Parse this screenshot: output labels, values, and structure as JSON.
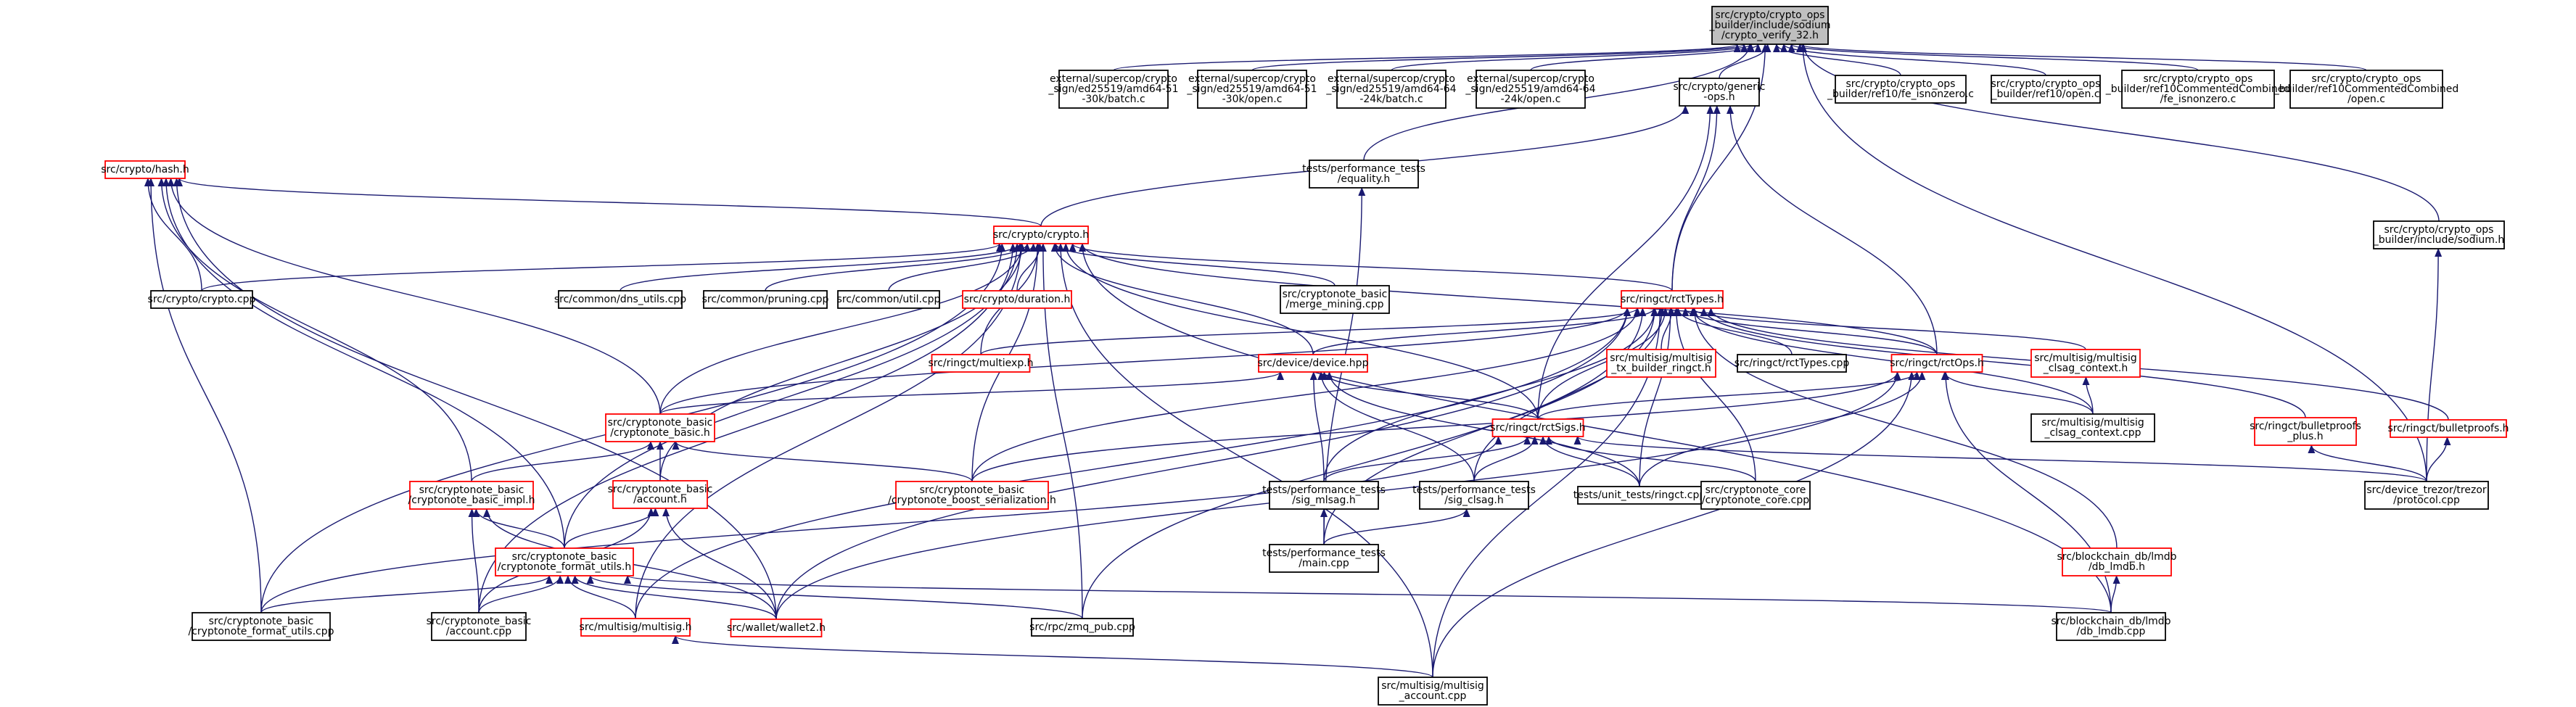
{
  "colors": {
    "root_fill": "#bfbfbf",
    "node_fill": "#ffffff",
    "black_border": "#000000",
    "red_border": "#ff0000",
    "edge": "#191970",
    "text": "#000000"
  },
  "nodes": [
    {
      "id": "root",
      "lines": [
        "src/crypto/crypto_ops",
        "_builder/include/sodium",
        "/crypto_verify_32.h"
      ],
      "border": "black",
      "root": true
    },
    {
      "id": "batch51",
      "lines": [
        "external/supercop/crypto",
        "_sign/ed25519/amd64-51",
        "-30k/batch.c"
      ],
      "border": "black"
    },
    {
      "id": "open51",
      "lines": [
        "external/supercop/crypto",
        "_sign/ed25519/amd64-51",
        "-30k/open.c"
      ],
      "border": "black"
    },
    {
      "id": "batch64",
      "lines": [
        "external/supercop/crypto",
        "_sign/ed25519/amd64-64",
        "-24k/batch.c"
      ],
      "border": "black"
    },
    {
      "id": "open64",
      "lines": [
        "external/supercop/crypto",
        "_sign/ed25519/amd64-64",
        "-24k/open.c"
      ],
      "border": "black"
    },
    {
      "id": "generic",
      "lines": [
        "src/crypto/generic",
        "-ops.h"
      ],
      "border": "black"
    },
    {
      "id": "fe_ref10",
      "lines": [
        "src/crypto/crypto_ops",
        "_builder/ref10/fe_isnonzero.c"
      ],
      "border": "black"
    },
    {
      "id": "open_ref10",
      "lines": [
        "src/crypto/crypto_ops",
        "_builder/ref10/open.c"
      ],
      "border": "black"
    },
    {
      "id": "fe_ref10cc",
      "lines": [
        "src/crypto/crypto_ops",
        "_builder/ref10CommentedCombined",
        "/fe_isnonzero.c"
      ],
      "border": "black"
    },
    {
      "id": "open_ref10cc",
      "lines": [
        "src/crypto/crypto_ops",
        "_builder/ref10CommentedCombined",
        "/open.c"
      ],
      "border": "black"
    },
    {
      "id": "hash",
      "lines": [
        "src/crypto/hash.h"
      ],
      "border": "red"
    },
    {
      "id": "equality",
      "lines": [
        "tests/performance_tests",
        "/equality.h"
      ],
      "border": "black"
    },
    {
      "id": "sodium",
      "lines": [
        "src/crypto/crypto_ops",
        "_builder/include/sodium.h"
      ],
      "border": "black"
    },
    {
      "id": "crypto_h",
      "lines": [
        "src/crypto/crypto.h"
      ],
      "border": "red"
    },
    {
      "id": "crypto_cpp",
      "lines": [
        "src/crypto/crypto.cpp"
      ],
      "border": "black"
    },
    {
      "id": "dns",
      "lines": [
        "src/common/dns_utils.cpp"
      ],
      "border": "black"
    },
    {
      "id": "pruning",
      "lines": [
        "src/common/pruning.cpp"
      ],
      "border": "black"
    },
    {
      "id": "util",
      "lines": [
        "src/common/util.cpp"
      ],
      "border": "black"
    },
    {
      "id": "duration",
      "lines": [
        "src/crypto/duration.h"
      ],
      "border": "red"
    },
    {
      "id": "merge",
      "lines": [
        "src/cryptonote_basic",
        "/merge_mining.cpp"
      ],
      "border": "black"
    },
    {
      "id": "rcttypes_h",
      "lines": [
        "src/ringct/rctTypes.h"
      ],
      "border": "red"
    },
    {
      "id": "multiexp",
      "lines": [
        "src/ringct/multiexp.h"
      ],
      "border": "red"
    },
    {
      "id": "device",
      "lines": [
        "src/device/device.hpp"
      ],
      "border": "red"
    },
    {
      "id": "ms_tx",
      "lines": [
        "src/multisig/multisig",
        "_tx_builder_ringct.h"
      ],
      "border": "red"
    },
    {
      "id": "rcttypes_cpp",
      "lines": [
        "src/ringct/rctTypes.cpp"
      ],
      "border": "black"
    },
    {
      "id": "rctops",
      "lines": [
        "src/ringct/rctOps.h"
      ],
      "border": "red"
    },
    {
      "id": "ms_clsag_ctx_h",
      "lines": [
        "src/multisig/multisig",
        "_clsag_context.h"
      ],
      "border": "red"
    },
    {
      "id": "ms_clsag_ctx_cpp",
      "lines": [
        "src/multisig/multisig",
        "_clsag_context.cpp"
      ],
      "border": "black"
    },
    {
      "id": "bp_plus",
      "lines": [
        "src/ringct/bulletproofs",
        "_plus.h"
      ],
      "border": "red"
    },
    {
      "id": "bp",
      "lines": [
        "src/ringct/bulletproofs.h"
      ],
      "border": "red"
    },
    {
      "id": "cn_basic",
      "lines": [
        "src/cryptonote_basic",
        "/cryptonote_basic.h"
      ],
      "border": "red"
    },
    {
      "id": "rctsigs",
      "lines": [
        "src/ringct/rctSigs.h"
      ],
      "border": "red"
    },
    {
      "id": "cn_basic_impl",
      "lines": [
        "src/cryptonote_basic",
        "/cryptonote_basic_impl.h"
      ],
      "border": "red"
    },
    {
      "id": "account_h",
      "lines": [
        "src/cryptonote_basic",
        "/account.h"
      ],
      "border": "red"
    },
    {
      "id": "boost_ser",
      "lines": [
        "src/cryptonote_basic",
        "/cryptonote_boost_serialization.h"
      ],
      "border": "red"
    },
    {
      "id": "sig_mlsag",
      "lines": [
        "tests/performance_tests",
        "/sig_mlsag.h"
      ],
      "border": "black"
    },
    {
      "id": "sig_clsag",
      "lines": [
        "tests/performance_tests",
        "/sig_clsag.h"
      ],
      "border": "black"
    },
    {
      "id": "unit_ringct",
      "lines": [
        "tests/unit_tests/ringct.cpp"
      ],
      "border": "black"
    },
    {
      "id": "cn_core",
      "lines": [
        "src/cryptonote_core",
        "/cryptonote_core.cpp"
      ],
      "border": "black"
    },
    {
      "id": "trezor",
      "lines": [
        "src/device_trezor/trezor",
        "/protocol.cpp"
      ],
      "border": "black"
    },
    {
      "id": "lmdb_h",
      "lines": [
        "src/blockchain_db/lmdb",
        "/db_lmdb.h"
      ],
      "border": "red"
    },
    {
      "id": "fmt_utils_h",
      "lines": [
        "src/cryptonote_basic",
        "/cryptonote_format_utils.h"
      ],
      "border": "red"
    },
    {
      "id": "perf_main",
      "lines": [
        "tests/performance_tests",
        "/main.cpp"
      ],
      "border": "black"
    },
    {
      "id": "fmt_utils_cpp",
      "lines": [
        "src/cryptonote_basic",
        "/cryptonote_format_utils.cpp"
      ],
      "border": "black"
    },
    {
      "id": "account_cpp",
      "lines": [
        "src/cryptonote_basic",
        "/account.cpp"
      ],
      "border": "black"
    },
    {
      "id": "multisig_h",
      "lines": [
        "src/multisig/multisig.h"
      ],
      "border": "red"
    },
    {
      "id": "wallet2",
      "lines": [
        "src/wallet/wallet2.h"
      ],
      "border": "red"
    },
    {
      "id": "zmq",
      "lines": [
        "src/rpc/zmq_pub.cpp"
      ],
      "border": "black"
    },
    {
      "id": "lmdb_cpp",
      "lines": [
        "src/blockchain_db/lmdb",
        "/db_lmdb.cpp"
      ],
      "border": "black"
    },
    {
      "id": "ms_account",
      "lines": [
        "src/multisig/multisig",
        "_account.cpp"
      ],
      "border": "black"
    }
  ],
  "edges": [
    [
      "batch51",
      "root"
    ],
    [
      "open51",
      "root"
    ],
    [
      "batch64",
      "root"
    ],
    [
      "open64",
      "root"
    ],
    [
      "generic",
      "root"
    ],
    [
      "equality",
      "root"
    ],
    [
      "rcttypes_h",
      "root"
    ],
    [
      "fe_ref10",
      "root"
    ],
    [
      "open_ref10",
      "root"
    ],
    [
      "fe_ref10cc",
      "root"
    ],
    [
      "open_ref10cc",
      "root"
    ],
    [
      "sodium",
      "root"
    ],
    [
      "trezor",
      "root"
    ],
    [
      "crypto_h",
      "generic"
    ],
    [
      "rcttypes_h",
      "generic"
    ],
    [
      "rctops",
      "generic"
    ],
    [
      "rctsigs",
      "generic"
    ],
    [
      "crypto_h",
      "hash"
    ],
    [
      "crypto_cpp",
      "hash"
    ],
    [
      "cn_basic",
      "hash"
    ],
    [
      "cn_basic_impl",
      "hash"
    ],
    [
      "fmt_utils_h",
      "hash"
    ],
    [
      "fmt_utils_cpp",
      "hash"
    ],
    [
      "wallet2",
      "hash"
    ],
    [
      "trezor",
      "sodium"
    ],
    [
      "perf_main",
      "equality"
    ],
    [
      "crypto_cpp",
      "crypto_h"
    ],
    [
      "dns",
      "crypto_h"
    ],
    [
      "pruning",
      "crypto_h"
    ],
    [
      "util",
      "crypto_h"
    ],
    [
      "duration",
      "crypto_h"
    ],
    [
      "merge",
      "crypto_h"
    ],
    [
      "rcttypes_h",
      "crypto_h"
    ],
    [
      "multiexp",
      "crypto_h"
    ],
    [
      "device",
      "crypto_h"
    ],
    [
      "rctops",
      "crypto_h"
    ],
    [
      "rctsigs",
      "crypto_h"
    ],
    [
      "cn_basic",
      "crypto_h"
    ],
    [
      "account_h",
      "crypto_h"
    ],
    [
      "boost_ser",
      "crypto_h"
    ],
    [
      "fmt_utils_h",
      "crypto_h"
    ],
    [
      "fmt_utils_cpp",
      "crypto_h"
    ],
    [
      "account_cpp",
      "crypto_h"
    ],
    [
      "multisig_h",
      "crypto_h"
    ],
    [
      "ms_account",
      "crypto_h"
    ],
    [
      "lmdb_cpp",
      "crypto_h"
    ],
    [
      "zmq",
      "crypto_h"
    ],
    [
      "multiexp",
      "rcttypes_h"
    ],
    [
      "device",
      "rcttypes_h"
    ],
    [
      "ms_tx",
      "rcttypes_h"
    ],
    [
      "rcttypes_cpp",
      "rcttypes_h"
    ],
    [
      "rctops",
      "rcttypes_h"
    ],
    [
      "ms_clsag_ctx_h",
      "rcttypes_h"
    ],
    [
      "ms_clsag_ctx_cpp",
      "rcttypes_h"
    ],
    [
      "bp_plus",
      "rcttypes_h"
    ],
    [
      "bp",
      "rcttypes_h"
    ],
    [
      "cn_basic",
      "rcttypes_h"
    ],
    [
      "rctsigs",
      "rcttypes_h"
    ],
    [
      "boost_ser",
      "rcttypes_h"
    ],
    [
      "sig_mlsag",
      "rcttypes_h"
    ],
    [
      "sig_clsag",
      "rcttypes_h"
    ],
    [
      "unit_ringct",
      "rcttypes_h"
    ],
    [
      "cn_core",
      "rcttypes_h"
    ],
    [
      "lmdb_h",
      "rcttypes_h"
    ],
    [
      "perf_main",
      "rcttypes_h"
    ],
    [
      "wallet2",
      "rcttypes_h"
    ],
    [
      "multisig_h",
      "rcttypes_h"
    ],
    [
      "ms_account",
      "rcttypes_h"
    ],
    [
      "zmq",
      "rcttypes_h"
    ],
    [
      "cn_basic",
      "device"
    ],
    [
      "rctsigs",
      "device"
    ],
    [
      "sig_mlsag",
      "device"
    ],
    [
      "sig_clsag",
      "device"
    ],
    [
      "unit_ringct",
      "device"
    ],
    [
      "rctsigs",
      "rctops"
    ],
    [
      "ms_clsag_ctx_cpp",
      "rctops"
    ],
    [
      "boost_ser",
      "rctops"
    ],
    [
      "unit_ringct",
      "rctops"
    ],
    [
      "lmdb_cpp",
      "rctops"
    ],
    [
      "wallet2",
      "rctops"
    ],
    [
      "ms_account",
      "rctops"
    ],
    [
      "ms_clsag_ctx_cpp",
      "ms_clsag_ctx_h"
    ],
    [
      "trezor",
      "bp_plus"
    ],
    [
      "trezor",
      "bp"
    ],
    [
      "cn_basic_impl",
      "cn_basic"
    ],
    [
      "account_h",
      "cn_basic"
    ],
    [
      "boost_ser",
      "cn_basic"
    ],
    [
      "sig_mlsag",
      "rctsigs"
    ],
    [
      "sig_clsag",
      "rctsigs"
    ],
    [
      "unit_ringct",
      "rctsigs"
    ],
    [
      "cn_core",
      "rctsigs"
    ],
    [
      "trezor",
      "rctsigs"
    ],
    [
      "fmt_utils_cpp",
      "rctsigs"
    ],
    [
      "fmt_utils_h",
      "cn_basic_impl"
    ],
    [
      "account_cpp",
      "cn_basic_impl"
    ],
    [
      "wallet2",
      "cn_basic_impl"
    ],
    [
      "account_cpp",
      "account_h"
    ],
    [
      "wallet2",
      "account_h"
    ],
    [
      "fmt_utils_h",
      "account_h"
    ],
    [
      "perf_main",
      "sig_mlsag"
    ],
    [
      "perf_main",
      "sig_clsag"
    ],
    [
      "lmdb_cpp",
      "lmdb_h"
    ],
    [
      "fmt_utils_cpp",
      "fmt_utils_h"
    ],
    [
      "account_cpp",
      "fmt_utils_h"
    ],
    [
      "multisig_h",
      "fmt_utils_h"
    ],
    [
      "wallet2",
      "fmt_utils_h"
    ],
    [
      "zmq",
      "fmt_utils_h"
    ],
    [
      "lmdb_cpp",
      "fmt_utils_h"
    ],
    [
      "ms_account",
      "multisig_h"
    ]
  ]
}
